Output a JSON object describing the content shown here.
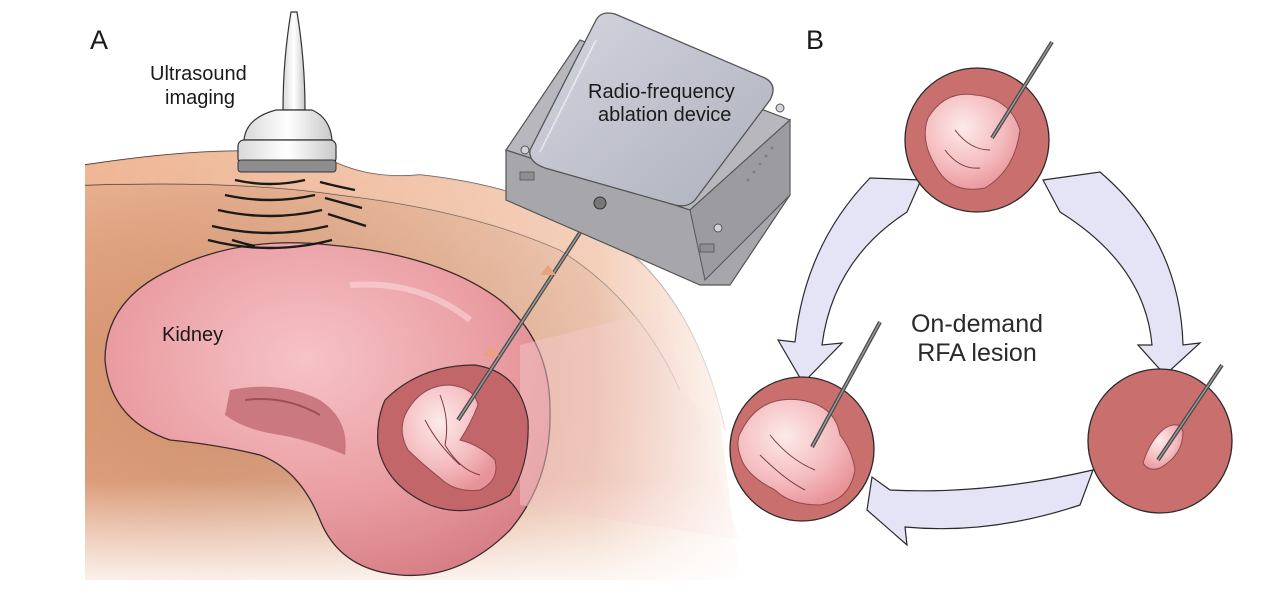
{
  "panels": [
    {
      "letter": "A"
    },
    {
      "letter": "B"
    }
  ],
  "labels": {
    "ultrasound_line1": "Ultrasound",
    "ultrasound_line2": "imaging",
    "device_line1": "Radio-frequency",
    "device_line2": "ablation  device",
    "kidney": "Kidney",
    "cycle_line1": "On-demand",
    "cycle_line2": "RFA lesion"
  },
  "colors": {
    "skin": "#f1b495",
    "skin_dark": "#c98a63",
    "kidney": "#e7969c",
    "kidney_light": "#f5bcc0",
    "lesion_disc": "#c9706e",
    "ablation": "#fadada",
    "arrow_fill": "#e4e4f6",
    "device_top": "#c2c3cf",
    "device_body": "#b9b9bd"
  },
  "cycle": {
    "nodes": [
      "large-lesion",
      "medium-lesion",
      "small-lesion"
    ]
  }
}
